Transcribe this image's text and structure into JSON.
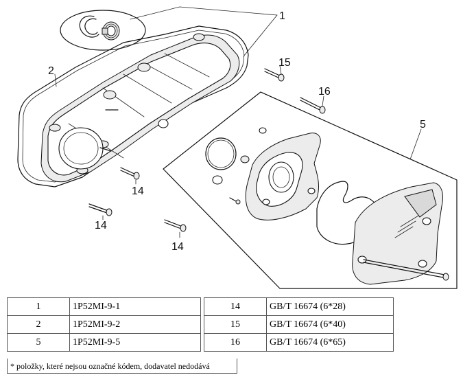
{
  "callouts": {
    "c1": "1",
    "c2": "2",
    "c5": "5",
    "c14a": "14",
    "c14b": "14",
    "c14c": "14",
    "c15": "15",
    "c16": "16"
  },
  "parts_table": {
    "rows": [
      {
        "left_num": "1",
        "left_code": "1P52MI-9-1",
        "right_num": "14",
        "right_code": "GB/T 16674 (6*28)"
      },
      {
        "left_num": "2",
        "left_code": "1P52MI-9-2",
        "right_num": "15",
        "right_code": "GB/T 16674 (6*40)"
      },
      {
        "left_num": "5",
        "left_code": "1P52MI-9-5",
        "right_num": "16",
        "right_code": "GB/T 16674 (6*65)"
      }
    ]
  },
  "note": "* položky, které nejsou označné kódem, dodavatel nedodává"
}
